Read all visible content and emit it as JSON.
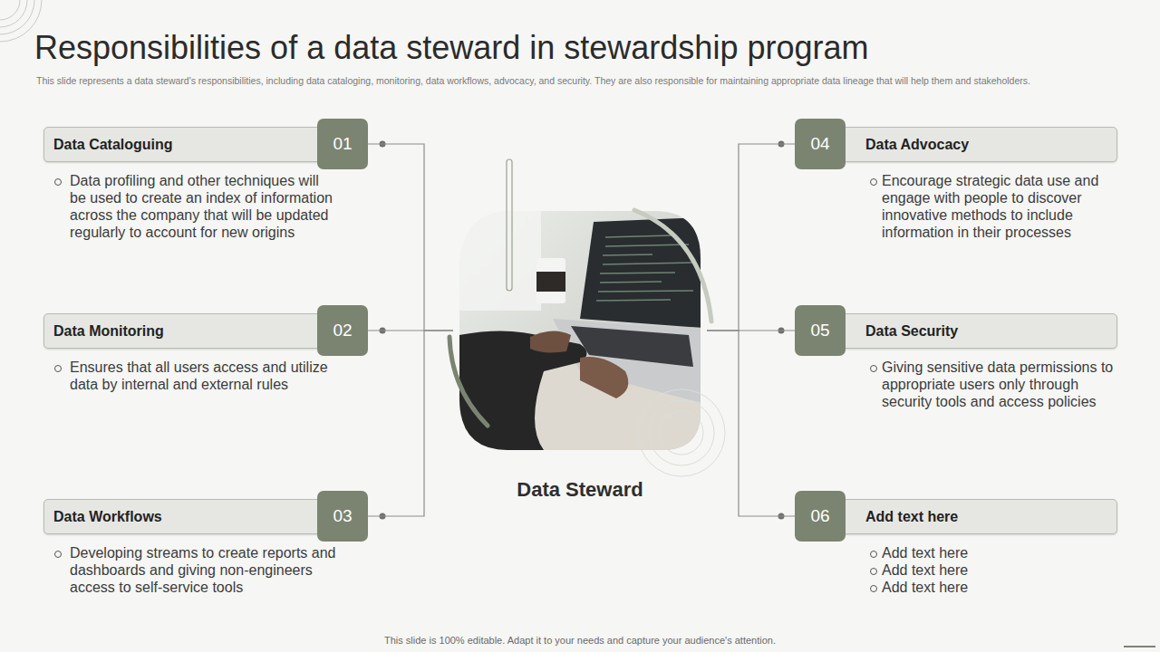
{
  "diagram": {
    "title": "Responsibilities of a data steward in stewardship program",
    "nodes": [
      {
        "text": [
          "Data Cataloguing",
          "Data profiling and other techniques will be used to create an index of information across the company that will be updated regularly to account for new origins"
        ]
      },
      {
        "text": [
          "01"
        ]
      },
      {
        "text": [
          "Data Monitoring",
          "Ensures that all users access and utilize data by internal and external rules"
        ]
      },
      {
        "text": [
          "02"
        ]
      },
      {
        "text": [
          "Data Workflows",
          "Developing streams to create reports and dashboards and giving non-engineers access to self-service tools"
        ]
      },
      {
        "text": [
          "03"
        ]
      },
      {
        "text": [
          "Data Steward"
        ]
      },
      {
        "text": [
          "Data Advocacy",
          "Encourage strategic data use and engage with people to discover innovative methods to include information in their processes"
        ]
      },
      {
        "text": [
          "04"
        ]
      },
      {
        "text": [
          "Data Security",
          "Giving sensitive data permissions to appropriate users only through security tools and access policies"
        ]
      },
      {
        "text": [
          "05"
        ]
      },
      {
        "text": [
          "Add text here",
          "Add text here",
          "Add text here",
          "Add text here"
        ]
      },
      {
        "text": [
          "06"
        ]
      }
    ],
    "edges": [
      {
        "from": 6,
        "to": 1,
        "arrow": "none"
      },
      {
        "from": 6,
        "to": 3,
        "arrow": "none"
      },
      {
        "from": 6,
        "to": 5,
        "arrow": "none"
      },
      {
        "from": 6,
        "to": 8,
        "arrow": "none"
      },
      {
        "from": 6,
        "to": 10,
        "arrow": "none"
      },
      {
        "from": 6,
        "to": 12,
        "arrow": "none"
      }
    ],
    "labels": [
      "This slide represents a data steward's responsibilities, including data cataloging, monitoring, data workflows, advocacy, and security. They are also responsible for maintaining appropriate data lineage that will help them and stakeholders.",
      "This slide is 100% editable. Adapt it to your needs and capture your audience's attention."
    ]
  }
}
